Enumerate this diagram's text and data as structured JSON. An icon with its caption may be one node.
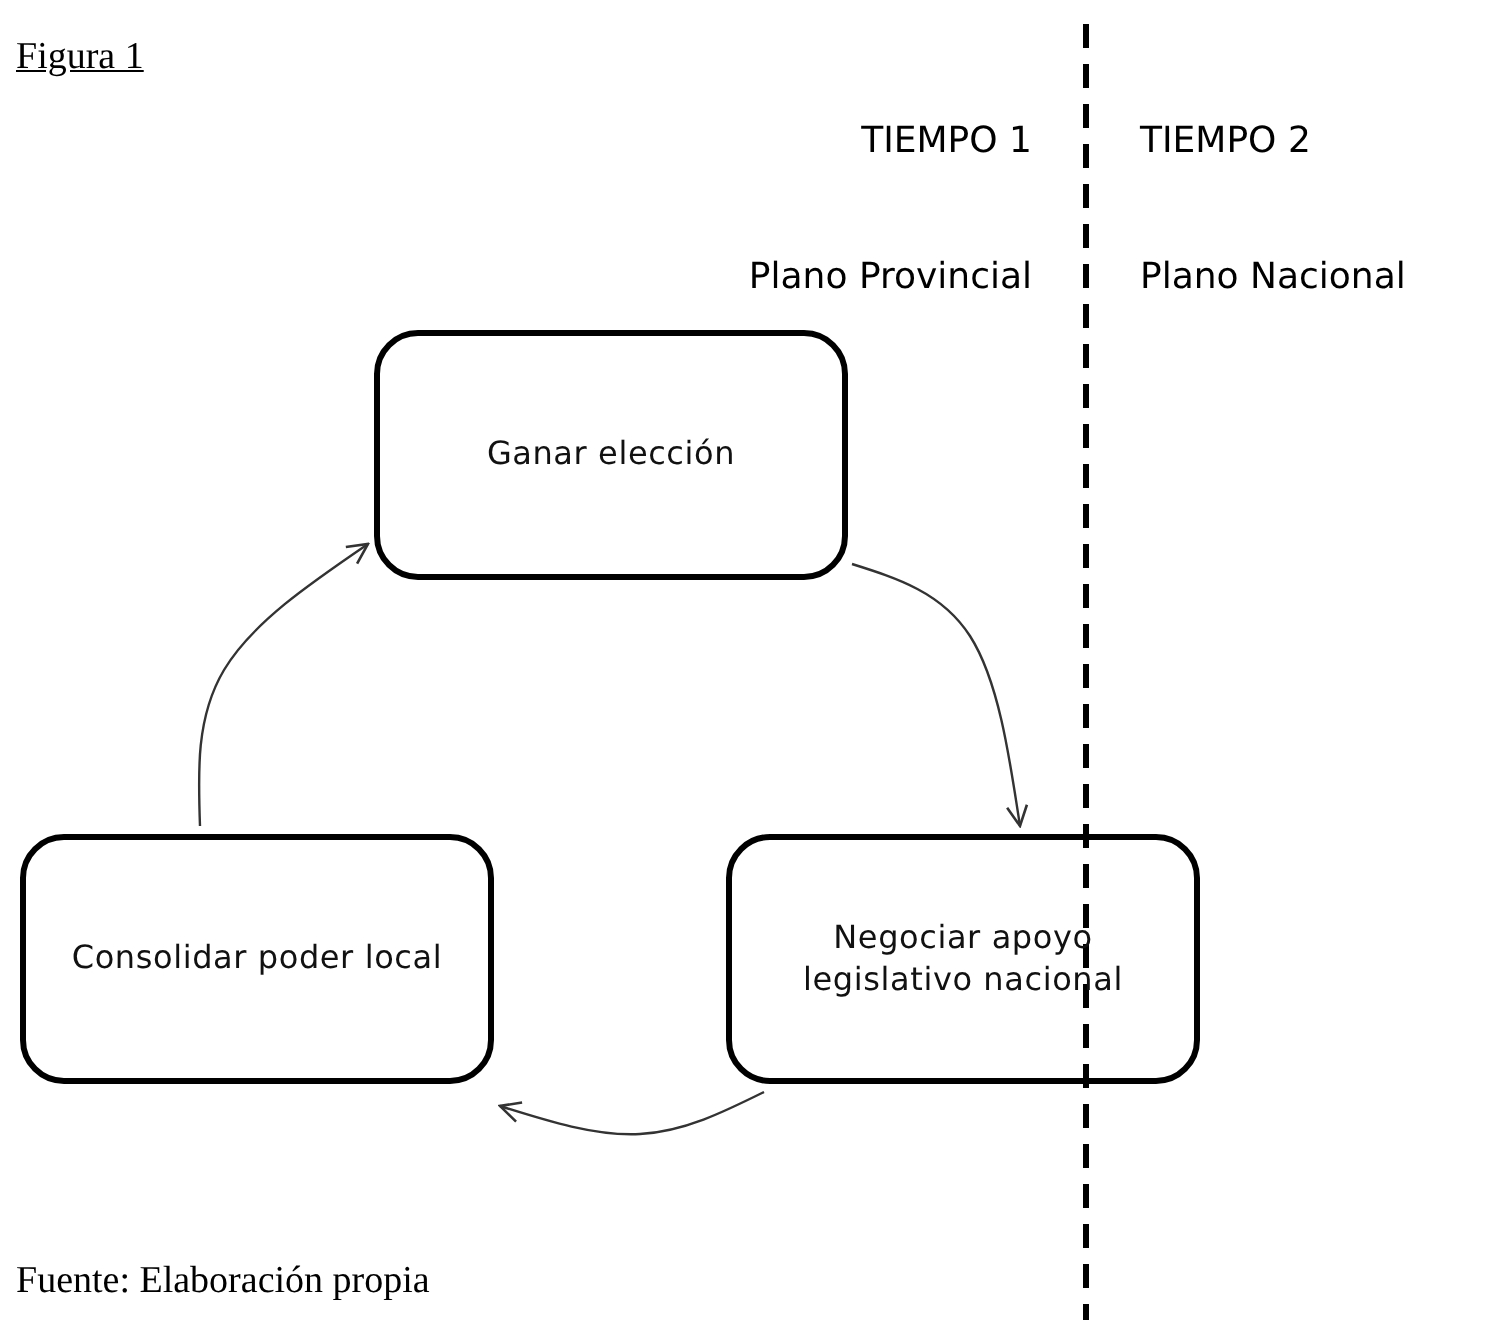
{
  "diagram": {
    "title": "Figura 1",
    "caption": "Fuente: Elaboración propia",
    "nodes": [
      {
        "text": [
          "Ganar elección"
        ]
      },
      {
        "text": [
          "Negociar apoyo legislativo nacional"
        ]
      },
      {
        "text": [
          "Consolidar poder local"
        ]
      }
    ],
    "edges": [
      {
        "from": 0,
        "to": 1,
        "arrow": "to"
      },
      {
        "from": 1,
        "to": 2,
        "arrow": "to"
      },
      {
        "from": 2,
        "to": 0,
        "arrow": "to"
      }
    ],
    "labels": [
      "TIEMPO 1",
      "TIEMPO 2",
      "Plano Provincial",
      "Plano Nacional"
    ]
  }
}
